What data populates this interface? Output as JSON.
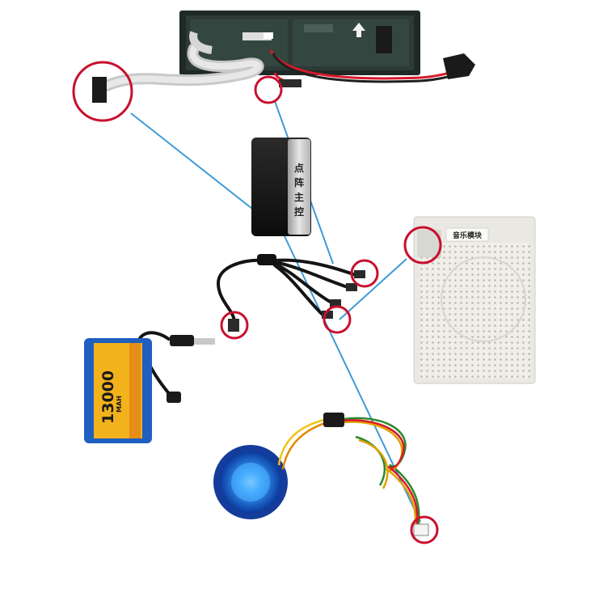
{
  "controller": {
    "label_chars": [
      "点",
      "阵",
      "主",
      "控"
    ]
  },
  "speaker": {
    "label": "音乐模块"
  },
  "battery": {
    "capacity": "13000",
    "unit": "MAH"
  },
  "colors": {
    "callout": "#c8102e",
    "connector_line": "#3d9bd6",
    "battery_body": "#1f5fbf",
    "battery_label": "#f2b21c",
    "button_glow": "#3aa0ff",
    "panel_pcb": "#2d3a35"
  },
  "icons": [
    "led-panel",
    "ribbon-cable",
    "power-splitter-cable",
    "battery",
    "speaker-module",
    "push-button",
    "wire-harness"
  ]
}
